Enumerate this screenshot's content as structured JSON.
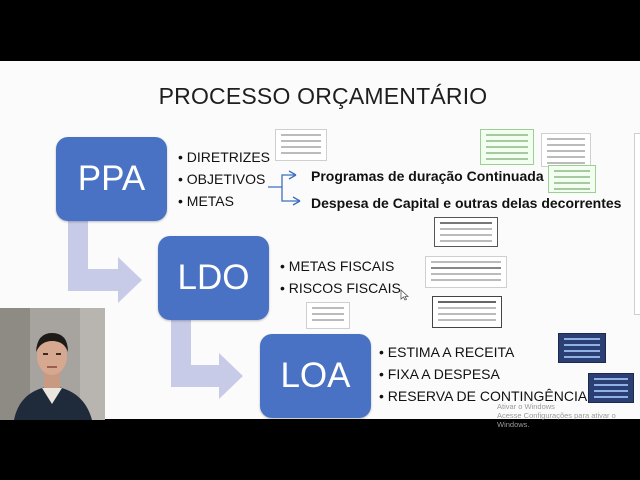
{
  "slide": {
    "title": "PROCESSO ORÇAMENTÁRIO",
    "boxes": {
      "ppa": "PPA",
      "ldo": "LDO",
      "loa": "LOA"
    },
    "ppa_bullets": [
      "DIRETRIZES",
      "OBJETIVOS",
      "METAS"
    ],
    "ppa_targets": [
      "Programas de duração Continuada",
      "Despesa de Capital e outras delas decorrentes"
    ],
    "ldo_bullets": [
      "METAS FISCAIS",
      "RISCOS FISCAIS"
    ],
    "loa_bullets": [
      "ESTIMA A RECEITA",
      "FIXA A DESPESA",
      "RESERVA DE CONTINGÊNCIA"
    ]
  },
  "watermark": {
    "line1": "Ativar o Windows",
    "line2": "Acesse Configurações para ativar o Windows."
  },
  "colors": {
    "box": "#4a72c4",
    "flow_arrow": "#c7cbe8",
    "link_arrow": "#3e6fc0",
    "letterbox": "#000000",
    "slide_bg": "#fbfbfb"
  },
  "icons": [
    "webcam-presenter",
    "document-thumbnail"
  ]
}
